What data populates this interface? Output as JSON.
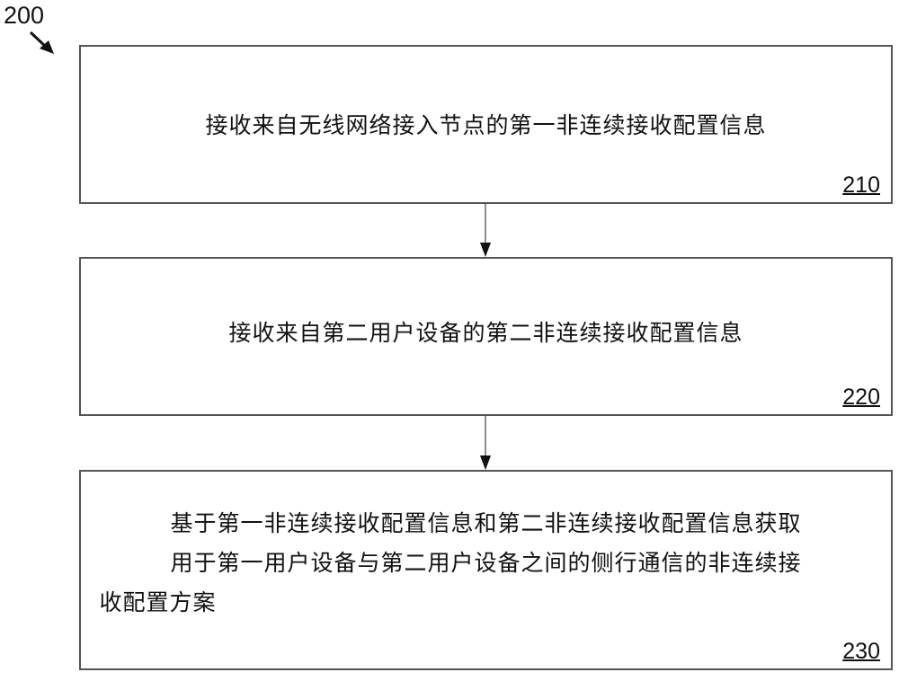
{
  "figure_label": "200",
  "steps": [
    {
      "text_lines": [
        "接收来自无线网络接入节点的第一非连续接收配置信息"
      ],
      "ref": "210"
    },
    {
      "text_lines": [
        "接收来自第二用户设备的第二非连续接收配置信息"
      ],
      "ref": "220"
    },
    {
      "text_lines": [
        "基于第一非连续接收配置信息和第二非连续接收配置信息获取",
        "用于第一用户设备与第二用户设备之间的侧行通信的非连续接",
        "收配置方案"
      ],
      "ref": "230"
    }
  ]
}
